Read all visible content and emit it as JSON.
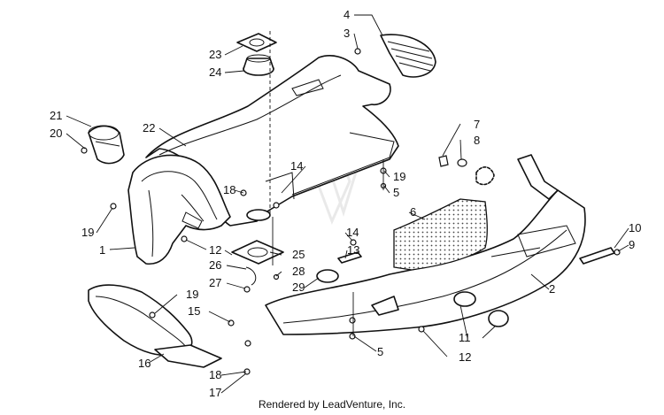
{
  "footer": {
    "text": "Rendered by LeadVenture, Inc."
  },
  "callouts": [
    {
      "id": "c1",
      "label": "1"
    },
    {
      "id": "c2",
      "label": "2"
    },
    {
      "id": "c3",
      "label": "3"
    },
    {
      "id": "c4",
      "label": "4"
    },
    {
      "id": "c5a",
      "label": "5"
    },
    {
      "id": "c5b",
      "label": "5"
    },
    {
      "id": "c6",
      "label": "6"
    },
    {
      "id": "c7",
      "label": "7"
    },
    {
      "id": "c8",
      "label": "8"
    },
    {
      "id": "c9",
      "label": "9"
    },
    {
      "id": "c10",
      "label": "10"
    },
    {
      "id": "c11",
      "label": "11"
    },
    {
      "id": "c12a",
      "label": "12"
    },
    {
      "id": "c12b",
      "label": "12"
    },
    {
      "id": "c13",
      "label": "13"
    },
    {
      "id": "c14a",
      "label": "14"
    },
    {
      "id": "c14b",
      "label": "14"
    },
    {
      "id": "c15",
      "label": "15"
    },
    {
      "id": "c16",
      "label": "16"
    },
    {
      "id": "c17",
      "label": "17"
    },
    {
      "id": "c18a",
      "label": "18"
    },
    {
      "id": "c18b",
      "label": "18"
    },
    {
      "id": "c19a",
      "label": "19"
    },
    {
      "id": "c19b",
      "label": "19"
    },
    {
      "id": "c19c",
      "label": "19"
    },
    {
      "id": "c20",
      "label": "20"
    },
    {
      "id": "c21",
      "label": "21"
    },
    {
      "id": "c22",
      "label": "22"
    },
    {
      "id": "c23",
      "label": "23"
    },
    {
      "id": "c24",
      "label": "24"
    },
    {
      "id": "c25",
      "label": "25"
    },
    {
      "id": "c26",
      "label": "26"
    },
    {
      "id": "c27",
      "label": "27"
    },
    {
      "id": "c28",
      "label": "28"
    },
    {
      "id": "c29",
      "label": "29"
    }
  ]
}
